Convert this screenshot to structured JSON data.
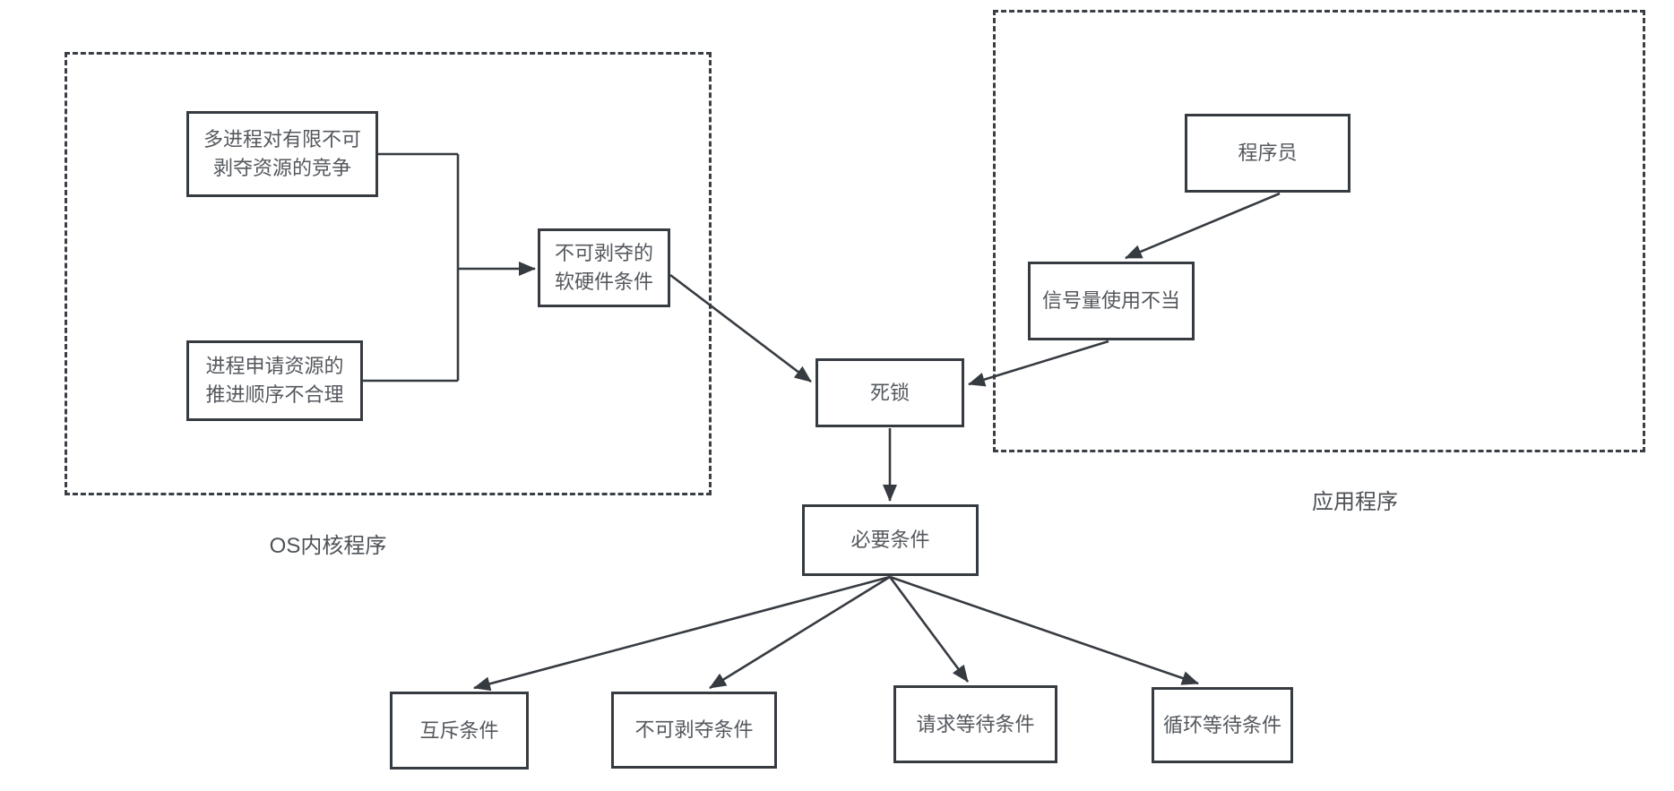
{
  "diagram": {
    "background_color": "#ffffff",
    "stroke_color": "#3a3f45",
    "text_color": "#54585d",
    "groups": {
      "os_kernel": {
        "label": "OS内核程序"
      },
      "application": {
        "label": "应用程序"
      }
    },
    "nodes": {
      "multi_process_competition": {
        "label": "多进程对有限不可\n剥夺资源的竞争"
      },
      "process_request_order": {
        "label": "进程申请资源的\n推进顺序不合理"
      },
      "nonpreemptible_conditions": {
        "label": "不可剥夺的\n软硬件条件"
      },
      "programmer": {
        "label": "程序员"
      },
      "semaphore_misuse": {
        "label": "信号量使用不当"
      },
      "deadlock": {
        "label": "死锁"
      },
      "necessary_conditions": {
        "label": "必要条件"
      },
      "mutual_exclusion": {
        "label": "互斥条件"
      },
      "non_preemption": {
        "label": "不可剥夺条件"
      },
      "request_wait": {
        "label": "请求等待条件"
      },
      "circular_wait": {
        "label": "循环等待条件"
      }
    },
    "edges": [
      "multi_process_competition -> nonpreemptible_conditions",
      "process_request_order -> nonpreemptible_conditions",
      "nonpreemptible_conditions -> deadlock",
      "programmer -> semaphore_misuse",
      "semaphore_misuse -> deadlock",
      "deadlock -> necessary_conditions",
      "necessary_conditions -> mutual_exclusion",
      "necessary_conditions -> non_preemption",
      "necessary_conditions -> request_wait",
      "necessary_conditions -> circular_wait"
    ]
  }
}
